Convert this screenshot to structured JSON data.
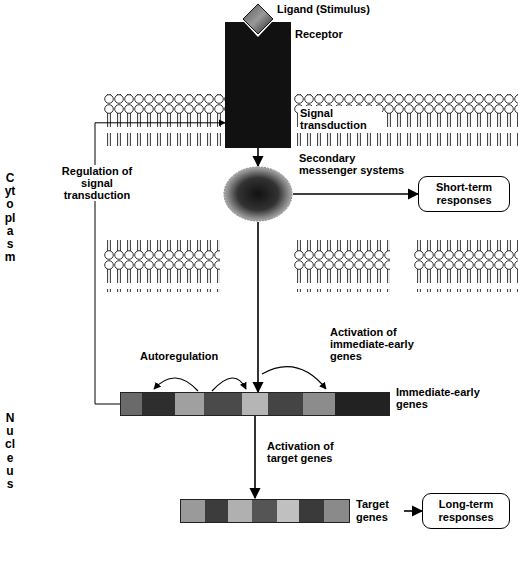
{
  "diagram": {
    "nodes": [
      {
        "text": [
          "Ligand (Stimulus)"
        ]
      },
      {
        "text": [
          "Receptor"
        ]
      },
      {
        "text": [
          "Secondary messenger systems"
        ]
      },
      {
        "text": [
          "Short-term responses"
        ]
      },
      {
        "text": [
          "Immediate-early genes"
        ]
      },
      {
        "text": [
          "Target genes"
        ]
      },
      {
        "text": [
          "Long-term responses"
        ]
      }
    ],
    "edges": [
      {
        "from": 1,
        "to": 2,
        "arrow": "to"
      },
      {
        "from": 2,
        "to": 3,
        "arrow": "to"
      },
      {
        "from": 2,
        "to": 4,
        "arrow": "to"
      },
      {
        "from": 4,
        "to": 5,
        "arrow": "to",
        "label": "Activation of target genes"
      },
      {
        "from": 5,
        "to": 6,
        "arrow": "to"
      },
      {
        "from": 4,
        "to": 1,
        "arrow": "to",
        "label": "Regulation of signal transduction"
      }
    ],
    "labels": [
      "Signal transduction",
      "Cytoplasm",
      "Nucleus",
      "Autoregulation",
      "Activation of immediate-early genes"
    ]
  }
}
